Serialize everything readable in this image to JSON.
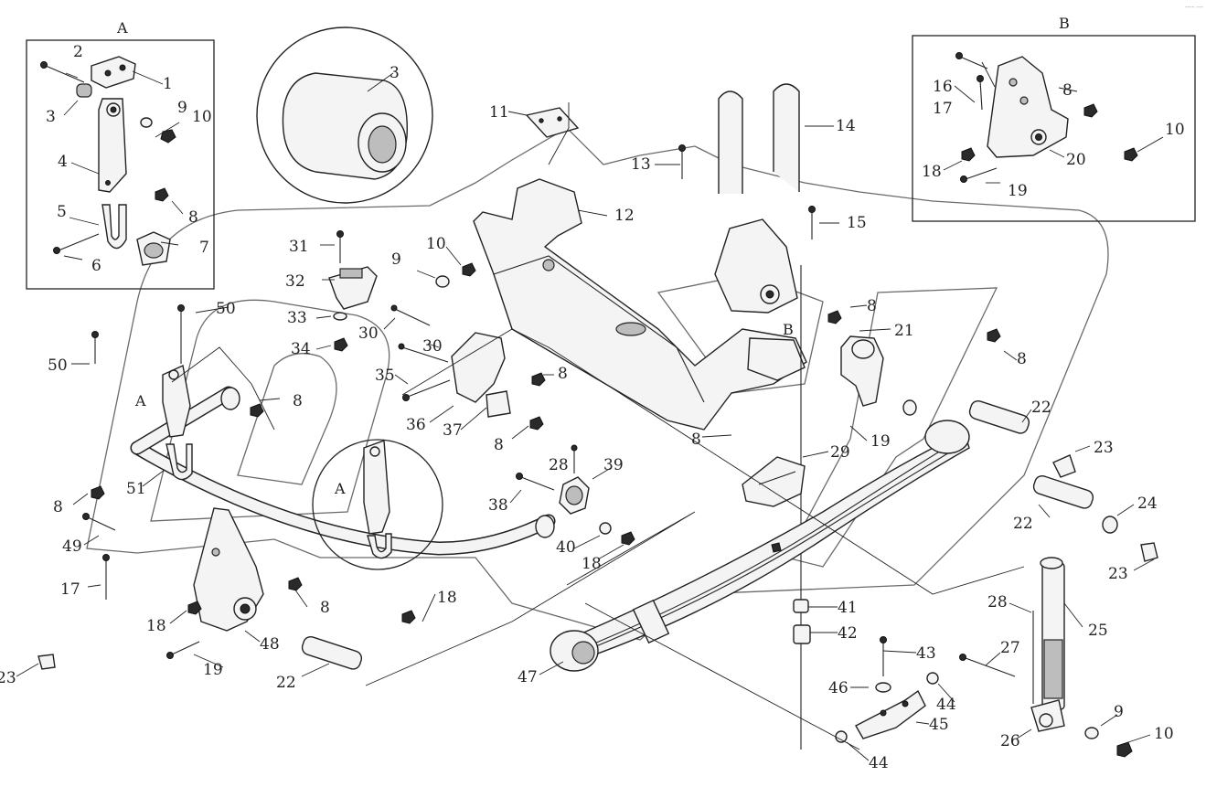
{
  "corner_mark": "---- ---",
  "boxes": {
    "A": "A",
    "B": "B"
  },
  "inline_marks": {
    "a1": "A",
    "a2": "A",
    "b": "B"
  },
  "callouts": {
    "c1": "1",
    "c2": "2",
    "c3a": "3",
    "c3b": "3",
    "c4": "4",
    "c5": "5",
    "c6": "6",
    "c7": "7",
    "c8a": "8",
    "c8b": "8",
    "c8c": "8",
    "c8d": "8",
    "c8e": "8",
    "c8f": "8",
    "c8g": "8",
    "c8h": "8",
    "c8i": "8",
    "c8j": "8",
    "c9a": "9",
    "c9b": "9",
    "c9c": "9",
    "c10a": "10",
    "c10b": "10",
    "c10c": "10",
    "c10d": "10",
    "c11": "11",
    "c12": "12",
    "c13": "13",
    "c14": "14",
    "c15": "15",
    "c16": "16",
    "c17a": "17",
    "c17b": "17",
    "c18a": "18",
    "c18b": "18",
    "c18c": "18",
    "c18d": "18",
    "c19a": "19",
    "c19b": "19",
    "c19c": "19",
    "c20": "20",
    "c21": "21",
    "c22a": "22",
    "c22b": "22",
    "c22c": "22",
    "c23a": "23",
    "c23b": "23",
    "c23c": "23",
    "c24": "24",
    "c25": "25",
    "c26": "26",
    "c27": "27",
    "c28a": "28",
    "c28b": "28",
    "c29": "29",
    "c30a": "30",
    "c30b": "30",
    "c31": "31",
    "c32": "32",
    "c33": "33",
    "c34": "34",
    "c35": "35",
    "c36": "36",
    "c37": "37",
    "c38": "38",
    "c39": "39",
    "c40": "40",
    "c41": "41",
    "c42": "42",
    "c43": "43",
    "c44a": "44",
    "c44b": "44",
    "c45": "45",
    "c46": "46",
    "c47": "47",
    "c48": "48",
    "c49": "49",
    "c50a": "50",
    "c50b": "50",
    "c51": "51"
  }
}
